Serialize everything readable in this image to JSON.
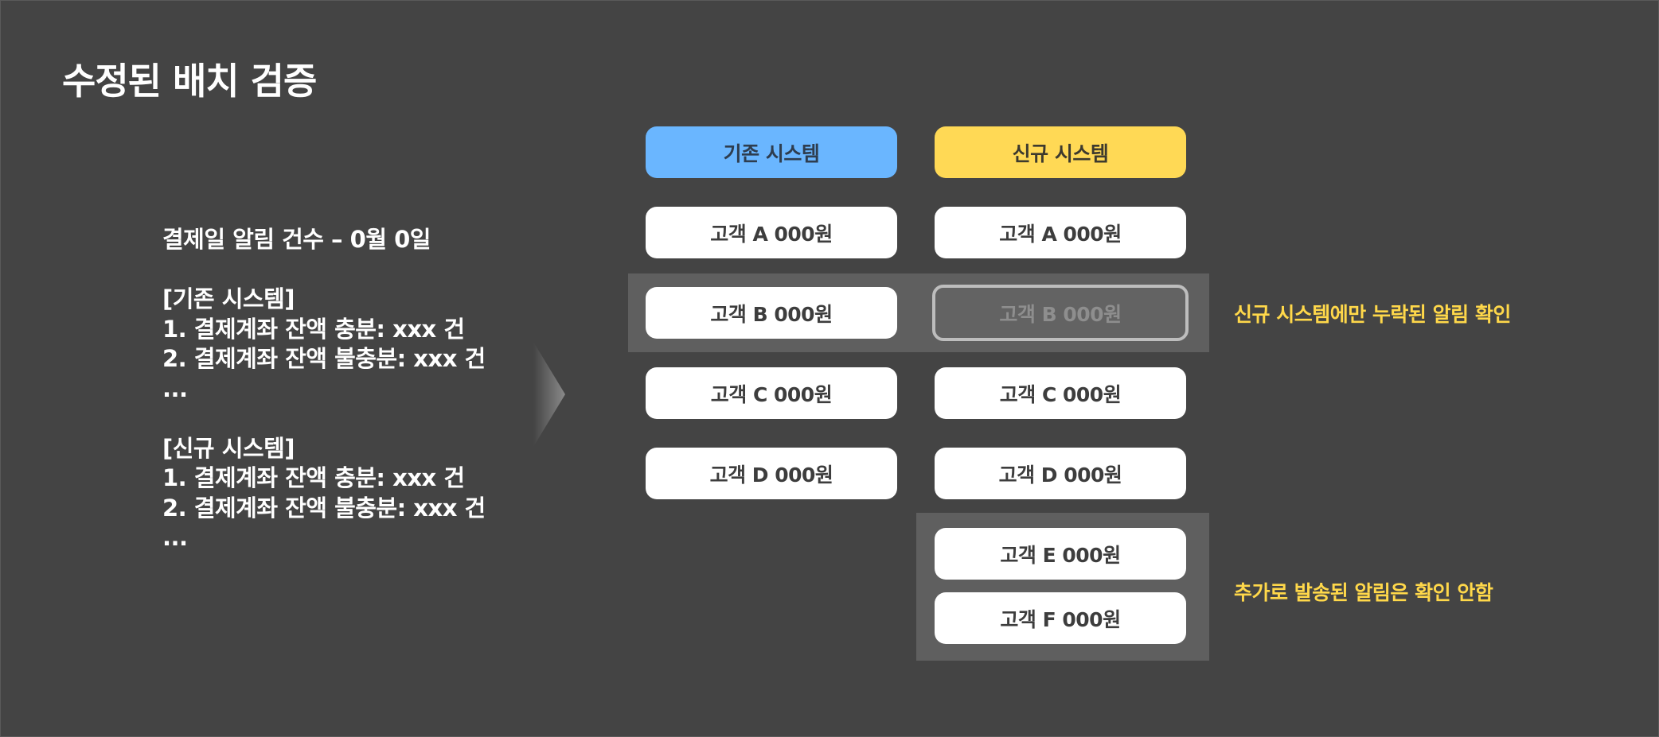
{
  "title": "수정된 배치 검증",
  "description": {
    "heading": "결제일 알림 건수 – 0월 0일",
    "old_section": {
      "label": "[기존 시스템]",
      "items": [
        "1. 결제계좌 잔액 충분: xxx 건",
        "2. 결제계좌 잔액 불충분: xxx 건",
        "..."
      ]
    },
    "new_section": {
      "label": "[신규 시스템]",
      "items": [
        "1. 결제계좌 잔액 충분: xxx 건",
        "2. 결제계좌 잔액 불충분: xxx 건",
        "..."
      ]
    }
  },
  "columns": {
    "old": {
      "header": "기존 시스템",
      "color": "#6ab6ff",
      "rows": [
        "고객 A 000원",
        "고객 B 000원",
        "고객 C 000원",
        "고객 D 000원"
      ]
    },
    "new": {
      "header": "신규 시스템",
      "color": "#ffd955",
      "rows": [
        "고객 A 000원",
        "고객 B 000원",
        "고객 C 000원",
        "고객 D 000원",
        "고객 E 000원",
        "고객 F 000원"
      ]
    }
  },
  "notes": {
    "missing": "신규 시스템에만 누락된 알림 확인",
    "extra": "추가로 발송된 알림은 확인 안함"
  },
  "accent_color": "#ffd84a",
  "icons": {
    "arrow": "chevron-right-arrow-icon"
  }
}
